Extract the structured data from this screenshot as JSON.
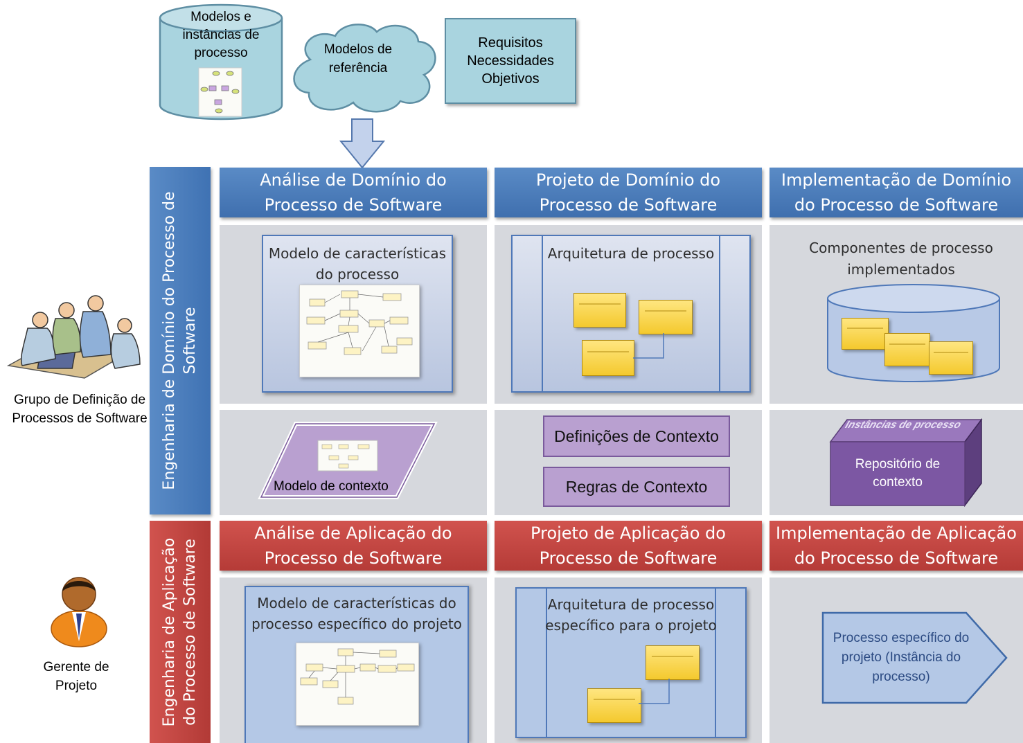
{
  "inputs": {
    "process_models": "Modelos e instâncias de processo",
    "reference_models": "Modelos de referência",
    "requirements": [
      "Requisitos",
      "Necessidades",
      "Objetivos"
    ]
  },
  "actors": {
    "group": "Grupo de Definição de Processos de Software",
    "manager": "Gerente de Projeto"
  },
  "rows": {
    "domain": "Engenharia de Domínio do Processo de Software",
    "application": [
      "Engenharia de Aplicação",
      "do Processo de Software"
    ]
  },
  "columns": {
    "domain_analysis": [
      "Análise de Domínio do",
      "Processo de Software"
    ],
    "domain_design": [
      "Projeto de Domínio do",
      "Processo de Software"
    ],
    "domain_impl": [
      "Implementação de Domínio",
      "do Processo de Software"
    ],
    "app_analysis": [
      "Análise de Aplicação do",
      "Processo de Software"
    ],
    "app_design": [
      "Projeto de Aplicação do",
      "Processo de Software"
    ],
    "app_impl": [
      "Implementação de Aplicação",
      "do Processo de Software"
    ]
  },
  "domain_cells": {
    "feature_model": "Modelo de características do processo",
    "architecture": "Arquitetura de processo",
    "components": "Componentes de processo implementados",
    "context_model": "Modelo de contexto",
    "context_definitions": "Definições de Contexto",
    "context_rules": "Regras de Contexto",
    "instances_label": "Instâncias de processo",
    "context_repository": "Repositório de contexto"
  },
  "application_cells": {
    "feature_model": "Modelo de características do processo específico do projeto",
    "architecture": "Arquitetura de processo específico para o projeto",
    "specific_process": "Processo específico do projeto (Instância do processo)"
  },
  "colors": {
    "domain_blue": "#4a7dbd",
    "application_red": "#c0504d",
    "context_purple": "#7f5f9f"
  }
}
